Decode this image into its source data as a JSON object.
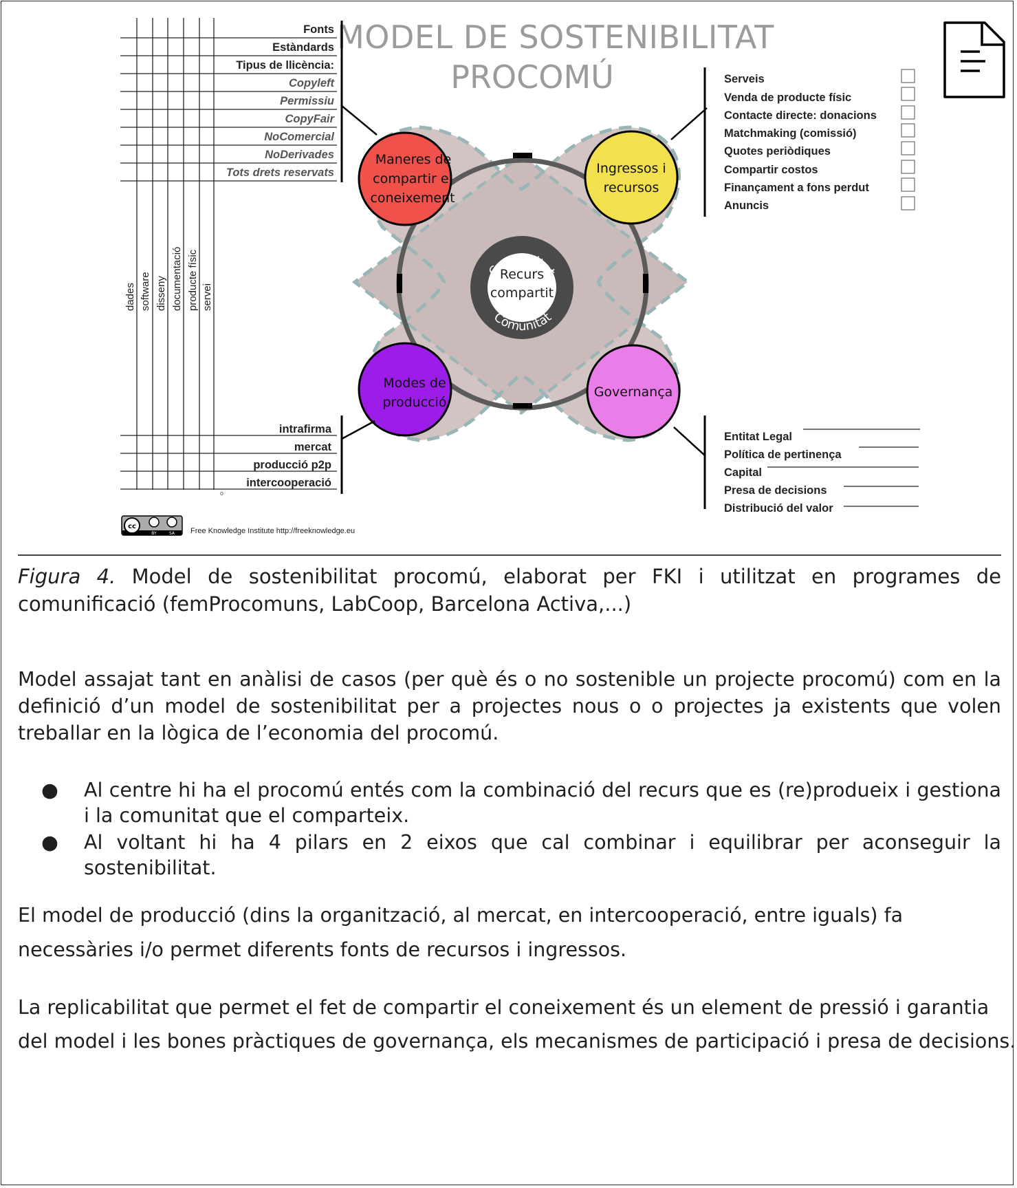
{
  "figure": {
    "title_line1": "MODEL DE SOSTENIBILITAT",
    "title_line2": "PROCOMÚ",
    "center": {
      "line1": "Recurs",
      "line2": "compartit",
      "ring_top": "Comunitat",
      "ring_bottom": "Comunitat"
    },
    "pillars": {
      "knowledge": [
        "Maneres de",
        "compartir el",
        "coneixement"
      ],
      "income": [
        "Ingressos i",
        "recursos"
      ],
      "production": [
        "Modes de",
        "producció"
      ],
      "governance": [
        "Governança"
      ]
    },
    "license_rows": [
      {
        "label": "Fonts",
        "style": "bold"
      },
      {
        "label": "Estàndards",
        "style": "bold"
      },
      {
        "label": "Tipus de llicència:",
        "style": "bold"
      },
      {
        "label": "Copyleft",
        "style": "italic"
      },
      {
        "label": "Permissiu",
        "style": "italic"
      },
      {
        "label": "CopyFair",
        "style": "italic"
      },
      {
        "label": "NoComercial",
        "style": "italic"
      },
      {
        "label": "NoDerivades",
        "style": "italic"
      },
      {
        "label": "Tots drets reservats",
        "style": "italic"
      }
    ],
    "resource_types": [
      "dades",
      "software",
      "disseny",
      "documentació",
      "producte físic",
      "servei"
    ],
    "production_rows": [
      "intrafirma",
      "mercat",
      "producció p2p",
      "intercooperació"
    ],
    "income_items": [
      "Serveis",
      "Venda de producte físic",
      "Contacte directe: donacions",
      "Matchmaking (comissió)",
      "Quotes periòdiques",
      "Compartir costos",
      "Finançament a fons perdut",
      "Anuncis"
    ],
    "governance_items": [
      "Entitat Legal",
      "Política de pertinença",
      "Capital",
      "Presa de decisions",
      "Distribució del valor"
    ],
    "license_badge": {
      "cc": "cc",
      "by": "BY",
      "sa": "SA"
    },
    "credit": "Free Knowledge Institute http://freeknowledge.eu",
    "small_mark": "o",
    "document_icon": "document-icon",
    "colors": {
      "knowledge": "#f0524b",
      "income": "#f2e04d",
      "production": "#9c1ce8",
      "governance": "#e97ee8",
      "backdrop": "#cdbcbc",
      "dashed": "#9ab5b6",
      "ring": "#555555"
    }
  },
  "caption": {
    "figure_label": "Figura 4.",
    "text": " Model de sostenibilitat procomú, elaborat per FKI i utilitzat en programes de comunificació (femProcomuns, LabCoop, Barcelona Activa,...)"
  },
  "body": {
    "para1": "Model assajat tant en anàlisi de casos (per què és o no sostenible un projecte procomú) com en la definició d’un model de sostenibilitat per a projectes nous o o projectes ja existents que volen treballar en la lògica de l’economia del procomú.",
    "bullet_marker": "●",
    "bullets": [
      "Al centre hi ha el procomú entés com la combinació del recurs que es (re)produeix i gestiona i la comunitat que el comparteix.",
      "Al voltant hi ha 4 pilars en 2 eixos que cal combinar i equilibrar per aconseguir la sostenibilitat."
    ],
    "para2_line1": "El model de producció (dins la organització, al mercat, en intercooperació, entre iguals) fa",
    "para2_line2": "necessàries i/o permet diferents fonts de recursos i ingressos.",
    "para3_line1": "La replicabilitat que permet el fet de compartir el coneixement és un element de pressió i garantia",
    "para3_line2": "del model i les bones pràctiques de governança, els mecanismes de participació i presa de decisions."
  }
}
